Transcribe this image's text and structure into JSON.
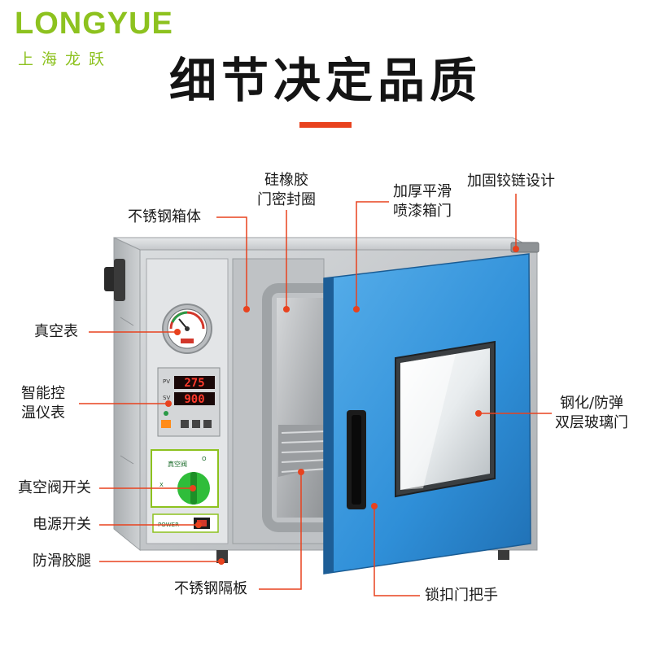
{
  "brand": {
    "name_en": "LONGYUE",
    "name_cn": "上海龙跃"
  },
  "headline": "细节决定品质",
  "colors": {
    "brand_green": "#8dc21f",
    "accent_red": "#e8421e",
    "door_blue": "#2f8fd8",
    "stainless": "#c9ccce"
  },
  "controller": {
    "pv": "275",
    "sv": "900",
    "pv_label": "PV",
    "sv_label": "SV"
  },
  "valve": {
    "label": "真空阀",
    "open_mark": "O",
    "close_mark": "X"
  },
  "power_switch": {
    "label": "POWER"
  },
  "callouts": {
    "stainless_body": "不锈钢箱体",
    "silicone_seal": [
      "硅橡胶",
      "门密封圈"
    ],
    "painted_door": [
      "加厚平滑",
      "喷漆箱门"
    ],
    "hinge": "加固铰链设计",
    "vacuum_gauge": "真空表",
    "smart_controller": [
      "智能控",
      "温仪表"
    ],
    "vacuum_valve_switch": "真空阀开关",
    "power_switch": "电源开关",
    "antislip_feet": "防滑胶腿",
    "stainless_shelf": "不锈钢隔板",
    "glass_door": [
      "钢化/防弹",
      "双层玻璃门"
    ],
    "door_handle": "锁扣门把手"
  }
}
